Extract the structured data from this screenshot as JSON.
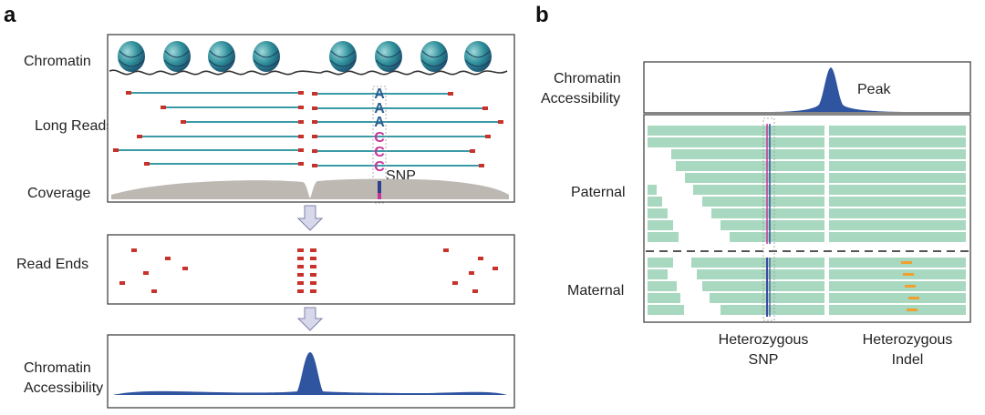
{
  "panel_a": {
    "letter": "a",
    "labels": {
      "chromatin": "Chromatin",
      "long_reads": "Long Reads",
      "coverage": "Coverage",
      "read_ends": "Read Ends",
      "accessibility_line1": "Chromatin",
      "accessibility_line2": "Accessibility"
    },
    "bases": [
      "A",
      "A",
      "A",
      "C",
      "C",
      "C"
    ],
    "snp_label": "SNP",
    "colors": {
      "read_line": "#3a9aa6",
      "read_end": "#c8322a",
      "base_a": "#2f5f8f",
      "base_c": "#c4369a",
      "coverage": "#bdb8b2",
      "accessibility": "#2f54a0",
      "nucleosome": "#2f8f9a"
    }
  },
  "panel_b": {
    "letter": "b",
    "labels": {
      "accessibility_line1": "Chromatin",
      "accessibility_line2": "Accessibility",
      "peak": "Peak",
      "paternal": "Paternal",
      "maternal": "Maternal",
      "het_snp_line1": "Heterozygous",
      "het_snp_line2": "SNP",
      "het_indel_line1": "Heterozygous",
      "het_indel_line2": "Indel"
    },
    "colors": {
      "read": "#a8d8c0",
      "peak": "#2f54a0",
      "snp": "#3a4aa0",
      "indel": "#f0a030"
    }
  }
}
